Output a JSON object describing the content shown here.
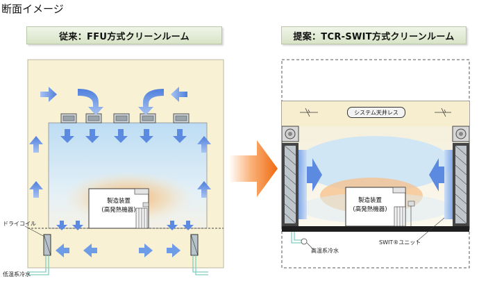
{
  "title": "断面イメージ",
  "left": {
    "banner": "従来：FFU方式クリーンルーム",
    "equipment_line1": "製造装置",
    "equipment_line2": "(高発熱機器)",
    "dry_coil": "ドライコイル",
    "water": "低温系冷水"
  },
  "right": {
    "banner": "提案：TCR-SWIT方式クリーンルーム",
    "ceiling_label": "システム天井レス",
    "equipment_line1": "製造装置",
    "equipment_line2": "(高発熱機器)",
    "water": "高温系冷水",
    "unit": "SWIT®ユニット"
  },
  "colors": {
    "room_fill": "#f8f1d3",
    "clean_air": "#cfe5f6",
    "arrow_blue": "#5b8ae0",
    "heat": "#f4b06a",
    "big_arrow": "#f47a20"
  }
}
